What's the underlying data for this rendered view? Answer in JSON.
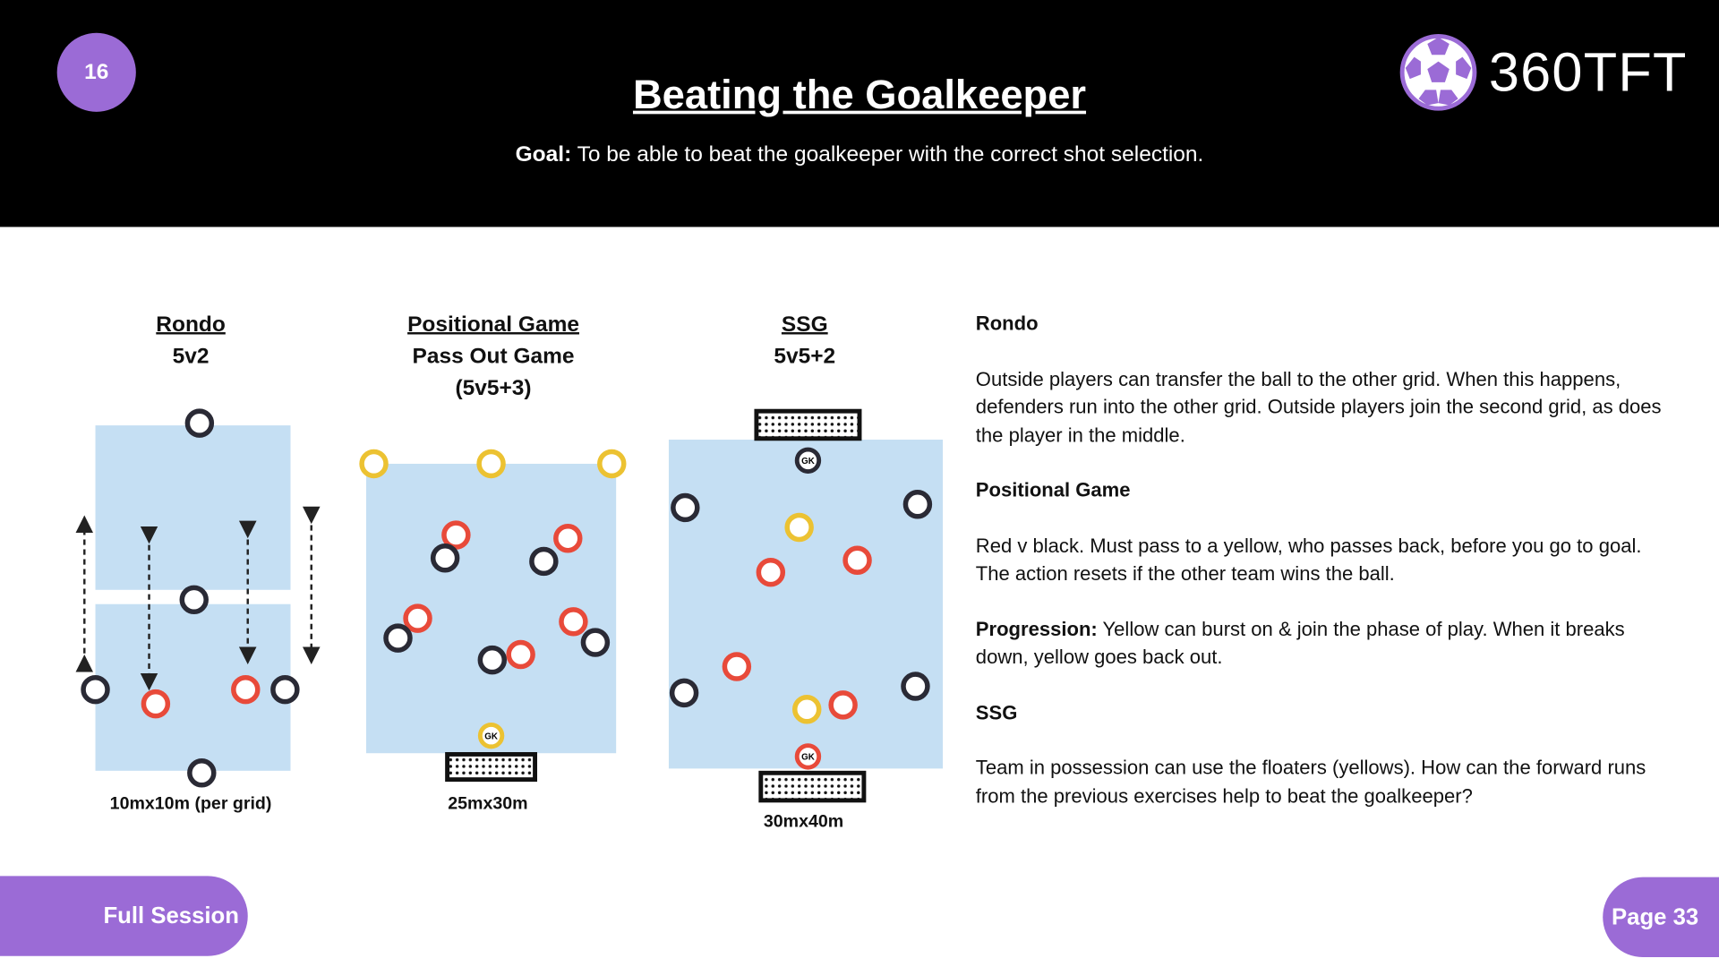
{
  "header": {
    "slide_number": "16",
    "title": "Beating the Goalkeeper",
    "goal_label": "Goal:",
    "goal_text": " To be able to beat the goalkeeper with the correct shot selection.",
    "logo_text": "360TFT"
  },
  "diagrams": [
    {
      "title": "Rondo ",
      "subtitle": "5v2",
      "dimensions": "10mx10m (per grid)"
    },
    {
      "title": "Positional Game",
      "subtitle": "Pass Out Game",
      "subtitle2": "(5v5+3)",
      "dimensions": "25mx30m"
    },
    {
      "title": "SSG",
      "subtitle": "5v5+2",
      "dimensions": "30mx40m"
    }
  ],
  "gk_label": "GK",
  "notes": {
    "rondo_heading": "Rondo",
    "rondo_text": "Outside players can transfer the ball to the other grid. When this happens, defenders run into the other grid. Outside players join the second grid, as does the player in the middle.",
    "positional_heading": "Positional Game",
    "positional_text": "Red v black. Must pass to a yellow, who passes back, before you go to goal. The action resets if the other team wins the ball.",
    "progression_label": "Progression:",
    "progression_text": " Yellow can burst on & join the phase of play. When it breaks down, yellow goes back out.",
    "ssg_heading": "SSG",
    "ssg_text": "Team in possession can use the floaters (yellows).  How can the forward runs from the previous exercises help to beat the goalkeeper?"
  },
  "footer": {
    "section_label": "Full Session",
    "page_label": "Page 33"
  },
  "colors": {
    "accent": "#9b6bd6",
    "pitch": "#c5dff3",
    "red": "#e84a3a",
    "black": "#2a2a35",
    "yellow": "#ecc232"
  }
}
